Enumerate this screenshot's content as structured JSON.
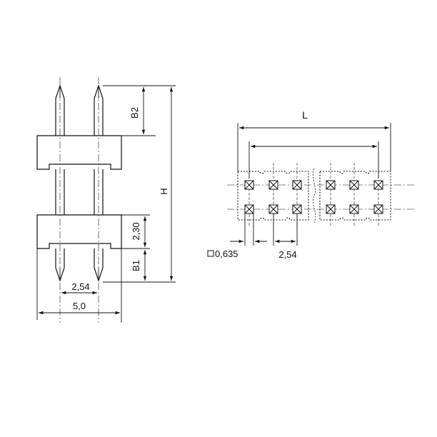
{
  "colors": {
    "ink": "#111111",
    "background": "#ffffff"
  },
  "side_view": {
    "dimensions": {
      "b2": "B2",
      "h": "H",
      "gap": "2,30",
      "b1": "B1",
      "pitch": "2,54",
      "width": "5,0"
    }
  },
  "top_view": {
    "dimensions": {
      "length": "L",
      "pin_size": "0,635",
      "pitch": "2,54"
    },
    "icons": {
      "pin_size_symbol": "square-outline-icon"
    },
    "pin_rows": 2,
    "pins_per_row_visible": 6
  }
}
